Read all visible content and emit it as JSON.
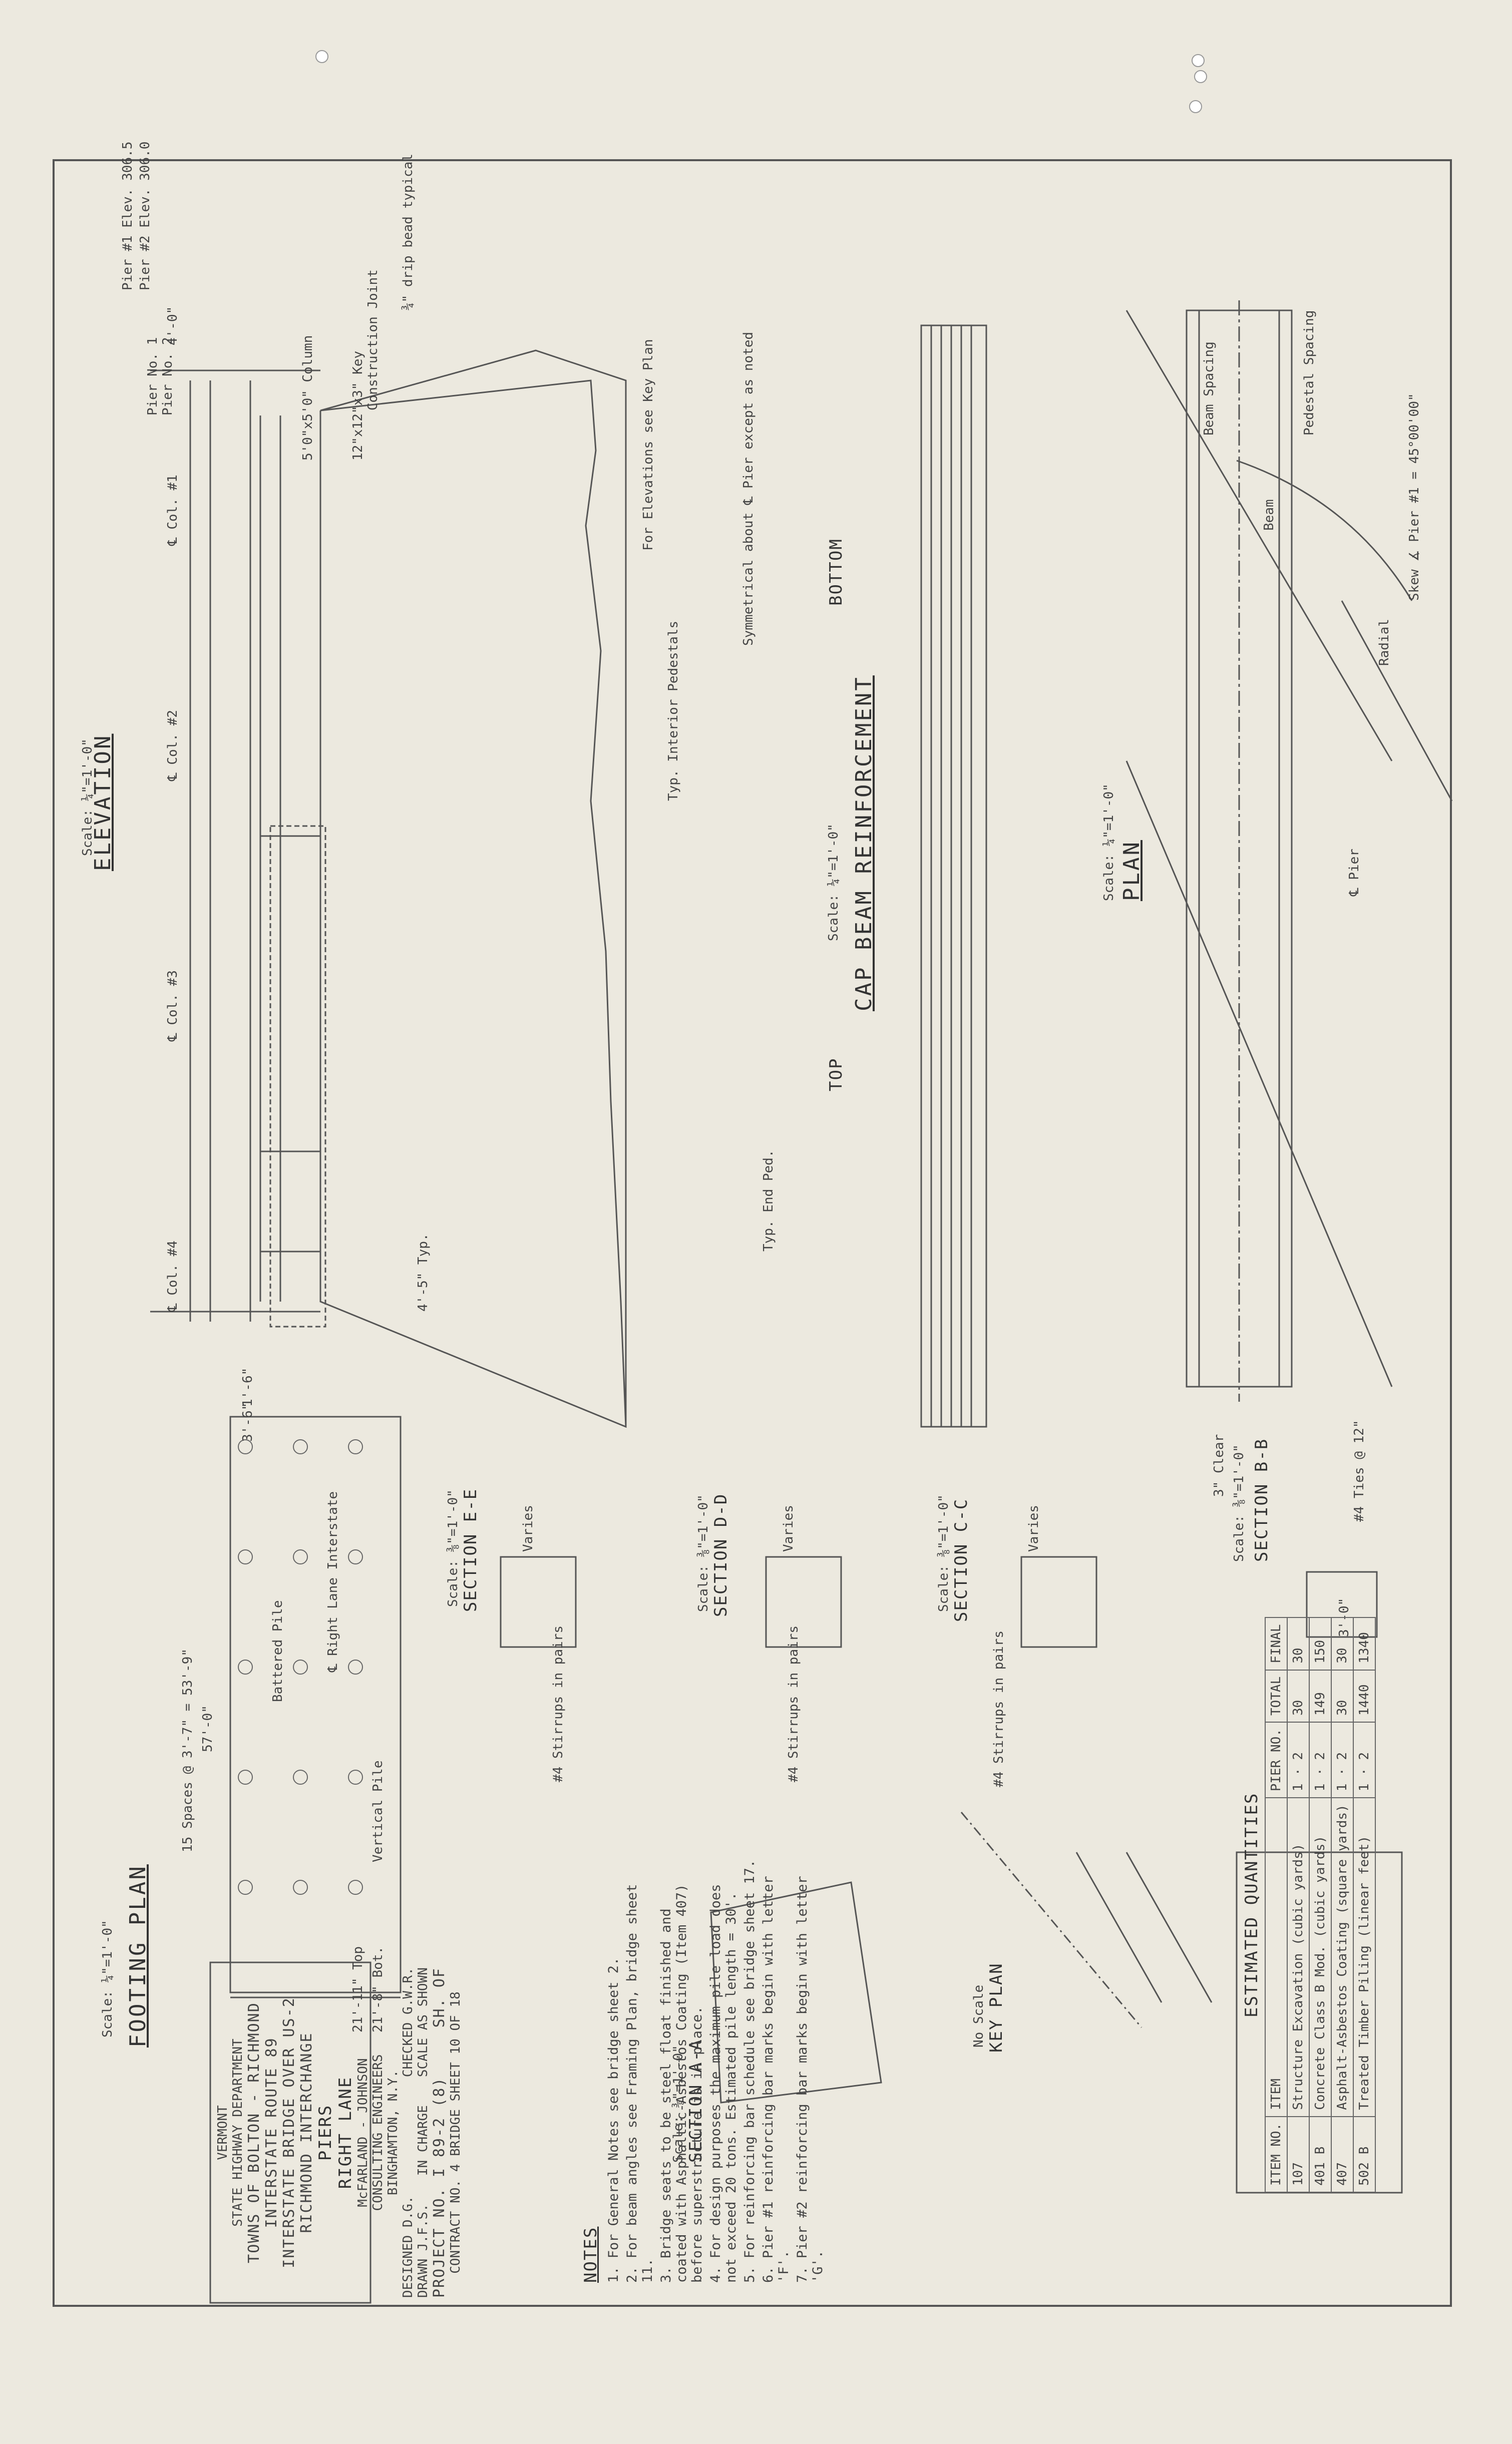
{
  "sheet": {
    "views": {
      "elevation": "ELEVATION",
      "elevation_scale": "Scale: ¼\"=1'-0\"",
      "plan": "PLAN",
      "plan_scale": "Scale: ¼\"=1'-0\"",
      "cap_beam": "CAP BEAM REINFORCEMENT",
      "cap_beam_scale": "Scale: ¼\"=1'-0\"",
      "bottom": "BOTTOM",
      "top": "TOP",
      "footing_plan": "FOOTING PLAN",
      "footing_scale": "Scale: ¼\"=1'-0\"",
      "section_bb": "SECTION B-B",
      "section_bb_scale": "Scale: ⅜\"=1'-0\"",
      "section_cc": "SECTION C-C",
      "section_cc_scale": "Scale: ⅜\"=1'-0\"",
      "section_dd": "SECTION D-D",
      "section_dd_scale": "Scale: ⅜\"=1'-0\"",
      "section_ee": "SECTION E-E",
      "section_ee_scale": "Scale: ⅜\"=1'-0\"",
      "section_aa": "SECTION A-A",
      "section_aa_scale": "Scale: ⅜\"=1'-0\"",
      "key_plan": "KEY PLAN",
      "key_plan_scale": "No Scale"
    },
    "labels": {
      "pier1_elev": "Pier #1 Elev. 306.5",
      "pier2_elev": "Pier #2 Elev. 306.0",
      "pier_no1": "Pier No. 1",
      "pier_no2": "Pier No. 2",
      "drip_bead": "¾\" drip bead typical",
      "construction_joint": "Construction Joint",
      "key_12x3": "12\"x12\"x3\" Key",
      "column": "5'0\"x5'0\" Column",
      "see_key_plan": "For Elevations see Key Plan",
      "symmetrical": "Symmetrical about ℄ Pier except as noted",
      "typ_interior": "Typ. Interior Pedestals",
      "typ_end": "Typ. End Ped.",
      "dim_4_0": "4'-0\"",
      "dim_45_typ": "4'-5\" Typ.",
      "dim_21_11": "21'-11\" Top",
      "dim_21_8": "21'-8\" Bot.",
      "dim_57_0": "57'-0\"",
      "spaces": "15 Spaces @ 3'-7\" = 53'-9\"",
      "battered_pile": "Battered Pile",
      "vertical_pile": "Vertical Pile",
      "right_lane": "℄ Right Lane Interstate",
      "skew": "Skew ∡ Pier #1 = 45°00'00\"",
      "pier_cl": "℄ Pier",
      "radial": "Radial",
      "beam": "Beam",
      "beam_spacing": "Beam Spacing",
      "pedestal_spacing": "Pedestal Spacing",
      "col1": "℄ Col. #1",
      "col2": "℄ Col. #2",
      "col3": "℄ Col. #3",
      "col4": "℄ Col. #4",
      "stirrups_pairs": "#4 Stirrups in pairs",
      "varies": "Varies",
      "clear_3": "3\" Clear",
      "ties": "#4 Ties @ 12\"",
      "dim_3_0": "3'-0\"",
      "dim_3_6": "3'-6\"",
      "dim_1_6": "1'-6\""
    },
    "quantities": {
      "title": "ESTIMATED QUANTITIES",
      "headers": [
        "ITEM NO.",
        "ITEM",
        "PIER NO.",
        "TOTAL",
        "FINAL"
      ],
      "rows": [
        [
          "107",
          "Structure Excavation (cubic yards)",
          "1 · 2",
          "30",
          "30"
        ],
        [
          "401 B",
          "Concrete Class B Mod. (cubic yards)",
          "1 · 2",
          "149",
          "150"
        ],
        [
          "407",
          "Asphalt-Asbestos Coating (square yards)",
          "1 · 2",
          "30",
          "30"
        ],
        [
          "502 B",
          "Treated Timber Piling (linear feet)",
          "1 · 2",
          "1440",
          "1340"
        ]
      ]
    },
    "notes": {
      "title": "NOTES",
      "items": [
        "1. For General Notes see bridge sheet 2.",
        "2. For beam angles see Framing Plan, bridge sheet 11.",
        "3. Bridge seats to be steel float finished and coated with Asphaltic-Asbestos Coating (Item 407) before superstructure is in place.",
        "4. For design purposes the maximum pile load does not exceed 20 tons. Estimated pile length = 30'.",
        "5. For reinforcing bar schedule see bridge sheet 17.",
        "6. Pier #1 reinforcing bar marks begin with letter 'F'.",
        "7. Pier #2 reinforcing bar marks begin with letter 'G'."
      ]
    },
    "title_block": {
      "state": "VERMONT",
      "dept": "STATE HIGHWAY DEPARTMENT",
      "towns": "TOWNS OF BOLTON - RICHMOND",
      "route": "INTERSTATE ROUTE 89",
      "bridge": "INTERSTATE BRIDGE OVER US-2",
      "interchange": "RICHMOND INTERCHANGE",
      "subject": "PIERS",
      "lane": "RIGHT LANE",
      "engineers": "McFARLAND - JOHNSON",
      "engineers_sub": "CONSULTING ENGINEERS",
      "city": "BINGHAMTON, N.Y.",
      "designed": "DESIGNED D.G.",
      "checked": "CHECKED G.W.R.",
      "drawn": "DRAWN J.F.S.",
      "in_charge": "IN CHARGE",
      "scale": "SCALE AS SHOWN",
      "project": "PROJECT NO. I 89-2 (8)",
      "sheet": "SH. OF",
      "contract": "CONTRACT NO. 4   BRIDGE SHEET 10 OF 18"
    }
  }
}
